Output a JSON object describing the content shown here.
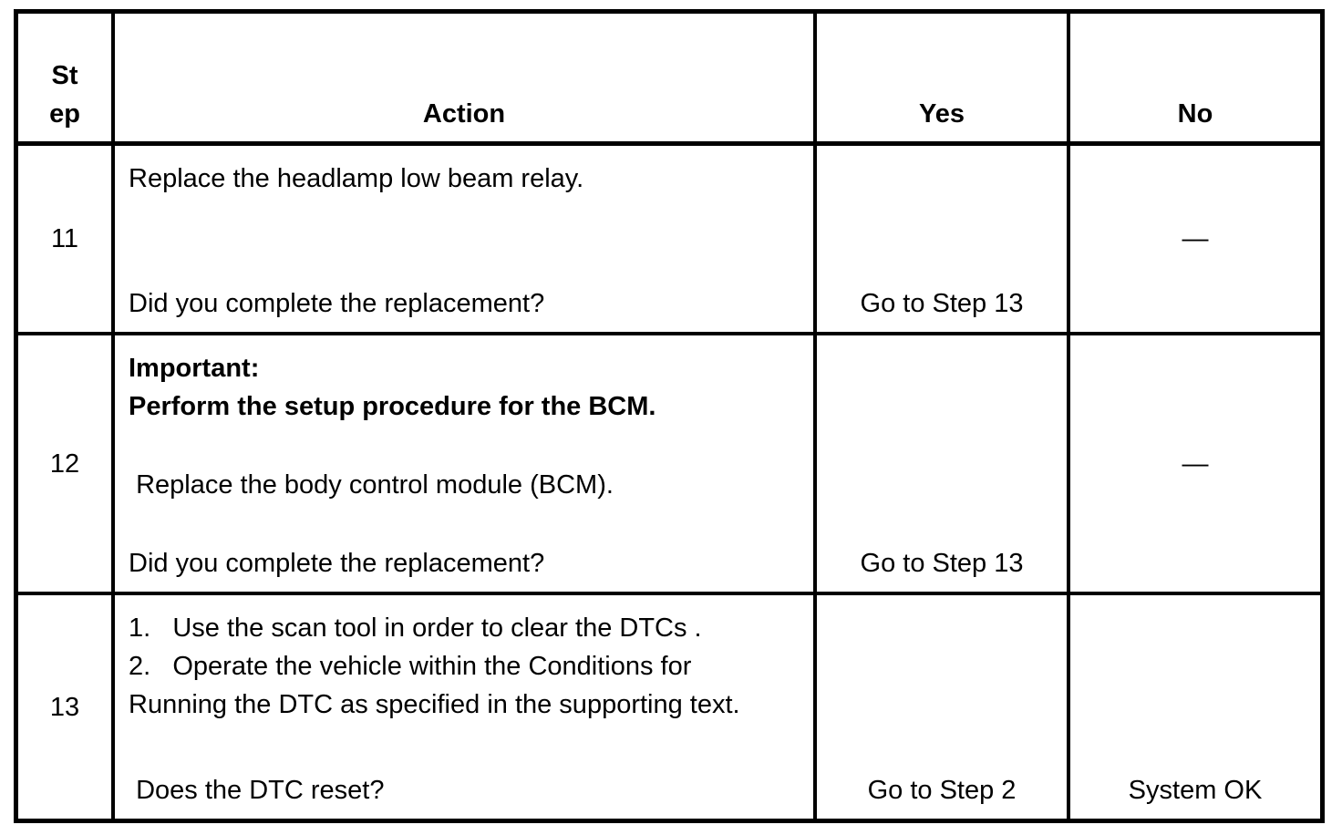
{
  "table": {
    "header": {
      "step_line1": "St",
      "step_line2": "ep",
      "action": "Action",
      "yes": "Yes",
      "no": "No"
    },
    "rows": [
      {
        "step": "11",
        "action_lines": [
          {
            "text": "Replace the headlamp low beam relay.",
            "bold": false,
            "gap_before": false
          }
        ],
        "question": "Did you complete the replacement?",
        "yes": "Go to Step 13",
        "no": "—"
      },
      {
        "step": "12",
        "action_lines": [
          {
            "text": "Important:",
            "bold": true,
            "gap_before": false
          },
          {
            "text": "Perform the setup procedure for the BCM.",
            "bold": true,
            "gap_before": false
          },
          {
            "text": " Replace the body control module (BCM).",
            "bold": false,
            "gap_before": true
          }
        ],
        "question": "Did you complete the replacement?",
        "yes": "Go to Step 13",
        "no": "—"
      },
      {
        "step": "13",
        "action_lines": [
          {
            "text": "1.   Use the scan tool in order to clear the DTCs .",
            "bold": false,
            "gap_before": false
          },
          {
            "text": "2.   Operate the vehicle within the Conditions for",
            "bold": false,
            "gap_before": false
          },
          {
            "text": "Running the DTC as specified in the supporting text.",
            "bold": false,
            "gap_before": false
          }
        ],
        "question": " Does the DTC reset?",
        "yes": "Go to Step 2",
        "no": "System OK"
      }
    ]
  }
}
